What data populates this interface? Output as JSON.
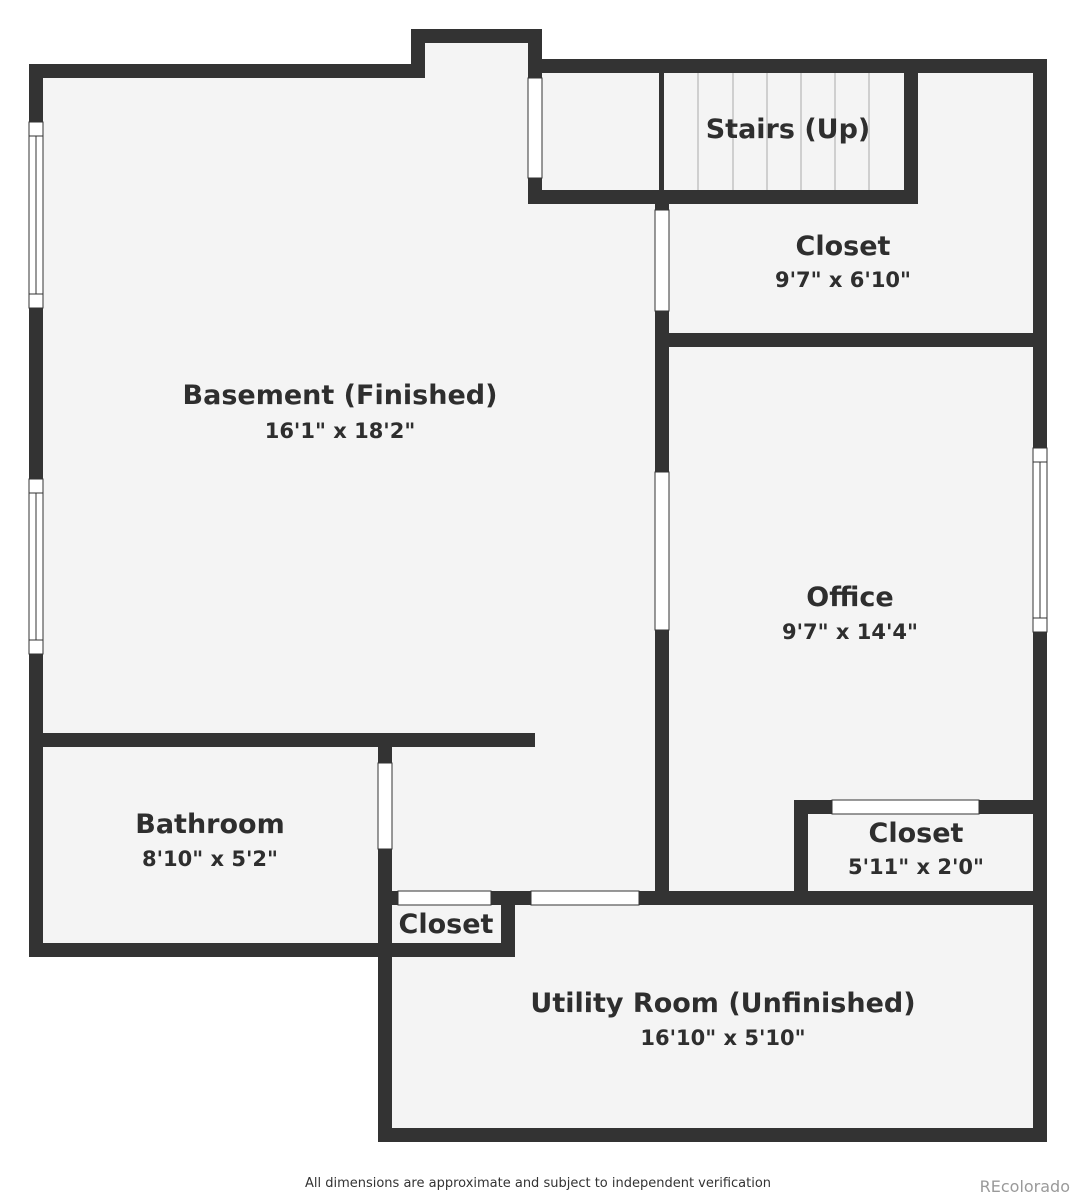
{
  "rooms": {
    "basement": {
      "name": "Basement (Finished)",
      "dims": "16'1\" x 18'2\""
    },
    "stairs": {
      "name": "Stairs (Up)"
    },
    "closet_top": {
      "name": "Closet",
      "dims": "9'7\" x 6'10\""
    },
    "office": {
      "name": "Office",
      "dims": "9'7\" x 14'4\""
    },
    "closet_office": {
      "name": "Closet",
      "dims": "5'11\" x 2'0\""
    },
    "bathroom": {
      "name": "Bathroom",
      "dims": "8'10\" x 5'2\""
    },
    "closet_small": {
      "name": "Closet"
    },
    "utility": {
      "name": "Utility Room (Unfinished)",
      "dims": "16'10\" x 5'10\""
    }
  },
  "footer": {
    "disclaimer": "All dimensions are approximate and subject to independent verification",
    "watermark": "REcolorado"
  },
  "colors": {
    "wall": "#333333",
    "floor": "#f4f4f4",
    "opening": "#ffffff"
  }
}
